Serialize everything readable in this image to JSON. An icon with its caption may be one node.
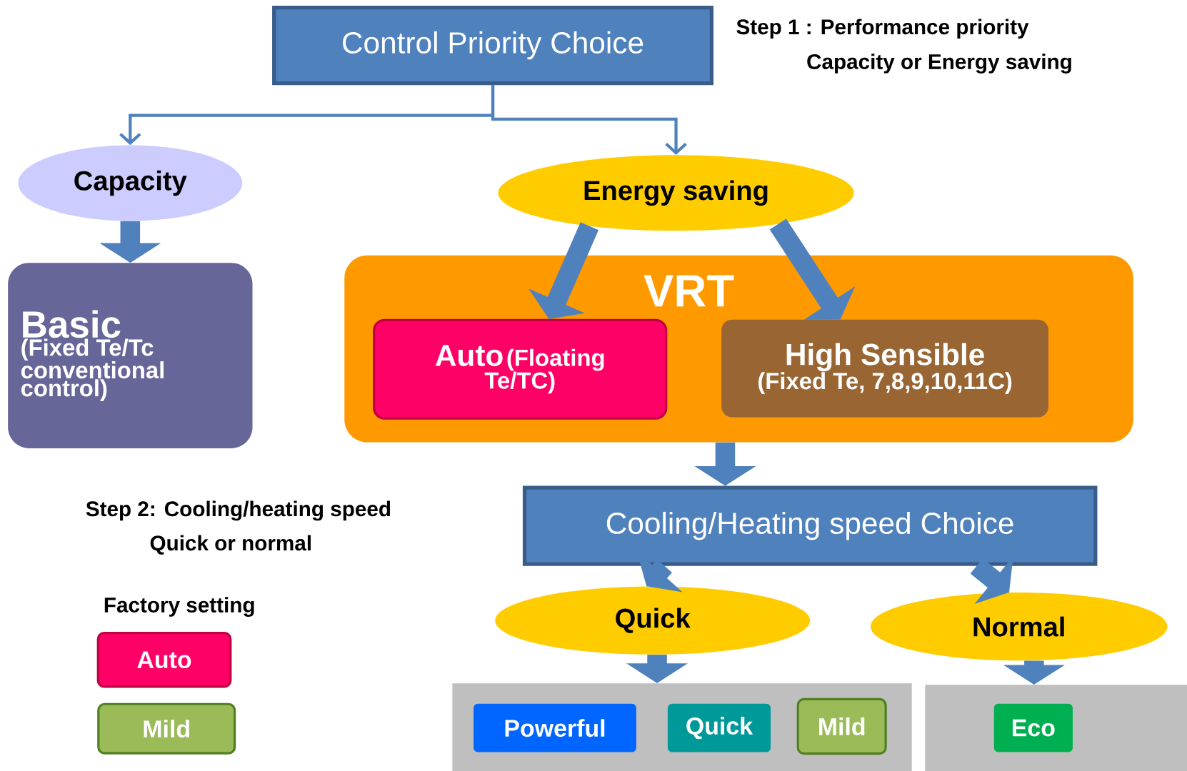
{
  "diagram": {
    "nodes": [
      {
        "text": [
          "Control Priority Choice"
        ]
      },
      {
        "text": [
          "Capacity"
        ]
      },
      {
        "text": [
          "Energy saving"
        ]
      },
      {
        "text": [
          "Basic",
          "(Fixed Te/Tc conventional control)"
        ]
      },
      {
        "text": [
          "VRT"
        ]
      },
      {
        "text": [
          "Auto",
          "(Floating Te/TC)"
        ],
        "in": 4
      },
      {
        "text": [
          "High Sensible",
          "(Fixed Te, 7,8,9,10,11C)"
        ],
        "in": 4
      },
      {
        "text": [
          "Cooling/Heating speed Choice"
        ]
      },
      {
        "text": [
          "Quick"
        ]
      },
      {
        "text": [
          "Normal"
        ]
      },
      {
        "text": [],
        "shape": "box"
      },
      {
        "text": [
          "Powerful"
        ],
        "in": 10
      },
      {
        "text": [
          "Quick"
        ],
        "in": 10
      },
      {
        "text": [
          "Mild"
        ],
        "in": 10
      },
      {
        "text": [],
        "shape": "box"
      },
      {
        "text": [
          "Eco"
        ],
        "in": 14
      },
      {
        "text": [
          "Auto"
        ]
      },
      {
        "text": [
          "Mild"
        ]
      }
    ],
    "edges": [
      {
        "from": 0,
        "to": 1,
        "arrow": "to"
      },
      {
        "from": 0,
        "to": 2,
        "arrow": "to"
      },
      {
        "from": 1,
        "to": 3,
        "arrow": "to"
      },
      {
        "from": 2,
        "to": 5,
        "arrow": "to"
      },
      {
        "from": 2,
        "to": 6,
        "arrow": "to"
      },
      {
        "from": 4,
        "to": 7,
        "arrow": "to"
      },
      {
        "from": 7,
        "to": 8,
        "arrow": "to"
      },
      {
        "from": 7,
        "to": 9,
        "arrow": "to"
      },
      {
        "from": 8,
        "to": 10,
        "arrow": "to"
      },
      {
        "from": 9,
        "to": 14,
        "arrow": "to"
      }
    ],
    "labels": [
      "Step 1 : Performance priority",
      "Capacity or Energy saving",
      "Step 2: Cooling/heating speed",
      "Quick or normal",
      "Factory setting"
    ]
  }
}
